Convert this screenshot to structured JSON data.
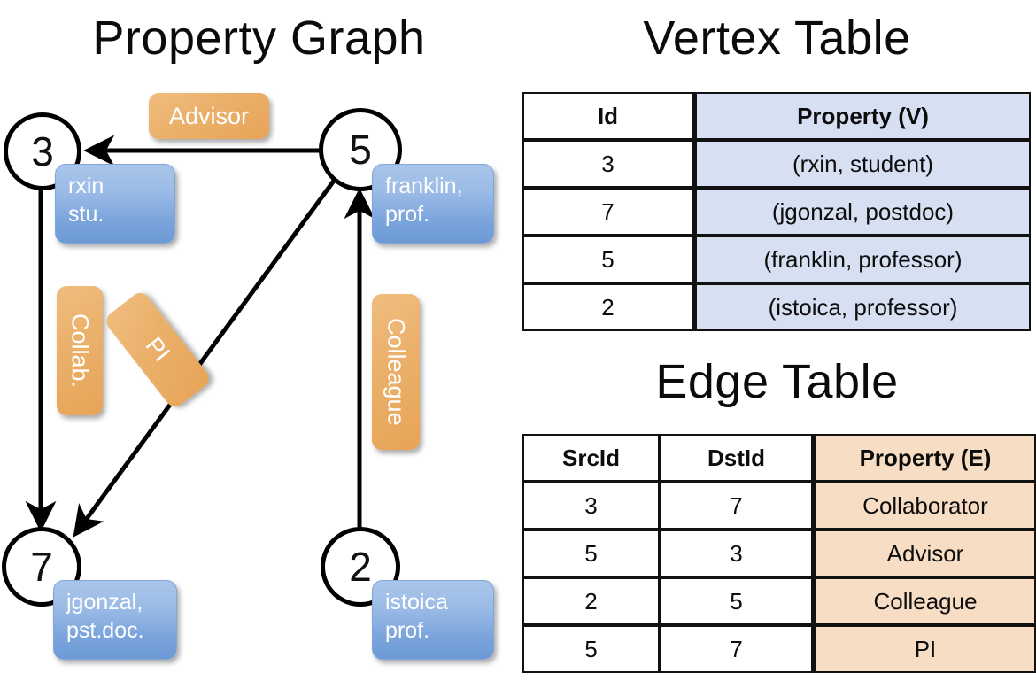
{
  "titles": {
    "property_graph": "Property Graph",
    "vertex_table": "Vertex Table",
    "edge_table": "Edge Table"
  },
  "graph": {
    "vertices": [
      {
        "id": "3",
        "property_line1": "rxin",
        "property_line2": "stu."
      },
      {
        "id": "5",
        "property_line1": "franklin,",
        "property_line2": "prof."
      },
      {
        "id": "7",
        "property_line1": "jgonzal,",
        "property_line2": "pst.doc."
      },
      {
        "id": "2",
        "property_line1": "istoica",
        "property_line2": "prof."
      }
    ],
    "edge_labels": [
      {
        "name": "advisor-label",
        "text": "Advisor"
      },
      {
        "name": "collab-label",
        "text": "Collab."
      },
      {
        "name": "pi-label",
        "text": "PI"
      },
      {
        "name": "colleague-label",
        "text": "Colleague"
      }
    ]
  },
  "vertex_table": {
    "headers": [
      "Id",
      "Property (V)"
    ],
    "rows": [
      [
        "3",
        "(rxin, student)"
      ],
      [
        "7",
        "(jgonzal, postdoc)"
      ],
      [
        "5",
        "(franklin, professor)"
      ],
      [
        "2",
        "(istoica, professor)"
      ]
    ]
  },
  "edge_table": {
    "headers": [
      "SrcId",
      "DstId",
      "Property (E)"
    ],
    "rows": [
      [
        "3",
        "7",
        "Collaborator"
      ],
      [
        "5",
        "3",
        "Advisor"
      ],
      [
        "2",
        "5",
        "Colleague"
      ],
      [
        "5",
        "7",
        "PI"
      ]
    ]
  },
  "colors": {
    "vertex_bubble": "#7ca5dd",
    "edge_bubble": "#e8a458",
    "vertex_cell": "#d6e0f2",
    "edge_cell": "#f7ddc3",
    "stroke": "#000000"
  }
}
